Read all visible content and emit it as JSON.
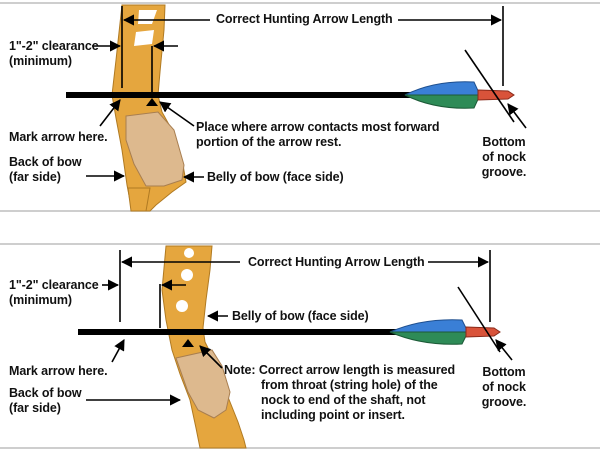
{
  "panels": [
    {
      "correct_length_label": "Correct Hunting Arrow Length",
      "clearance_label": [
        "1\"-2\" clearance",
        "(minimum)"
      ],
      "mark_arrow_label": "Mark arrow here.",
      "back_of_bow_label": [
        "Back of bow",
        "(far side)"
      ],
      "contact_note": [
        "Place where arrow contacts most forward",
        "portion of the arrow rest."
      ],
      "belly_label": "Belly of bow (face side)",
      "nock_label": [
        "Bottom",
        "of nock",
        "groove."
      ]
    },
    {
      "correct_length_label": "Correct Hunting Arrow Length",
      "clearance_label": [
        "1\"-2\" clearance",
        "(minimum)"
      ],
      "mark_arrow_label": "Mark arrow here.",
      "back_of_bow_label": [
        "Back of bow",
        "(far side)"
      ],
      "belly_label": "Belly of bow (face side)",
      "note": [
        "Note: Correct arrow length is measured",
        "from throat (string hole) of the",
        "nock to end of the shaft, not",
        "including point or insert."
      ],
      "nock_label": [
        "Bottom",
        "of nock",
        "groove."
      ]
    }
  ],
  "colors": {
    "riser": "#e5a63e",
    "grip": "#ddb98e",
    "fletch_blue": "#3a7fd6",
    "fletch_green": "#2e8b57",
    "nock": "#d9533a",
    "shaft": "#000000",
    "divider": "#bdbdbd"
  }
}
